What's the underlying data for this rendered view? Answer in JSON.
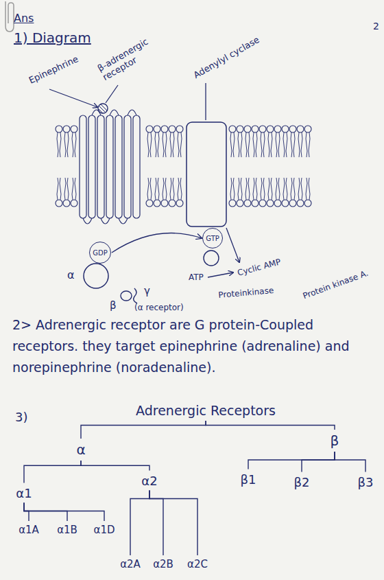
{
  "diagram": {
    "nodes": [
      {
        "text": [
          "GDP"
        ]
      },
      {
        "text": [
          "GTP"
        ]
      },
      {
        "text": [
          "Adrenergic Receptors"
        ]
      },
      {
        "text": [
          "α"
        ]
      },
      {
        "text": [
          "β"
        ]
      },
      {
        "text": [
          "α1"
        ]
      },
      {
        "text": [
          "α2"
        ]
      },
      {
        "text": [
          "β1"
        ]
      },
      {
        "text": [
          "β2"
        ]
      },
      {
        "text": [
          "β3"
        ]
      },
      {
        "text": [
          "α1A"
        ]
      },
      {
        "text": [
          "α1B"
        ]
      },
      {
        "text": [
          "α1D"
        ]
      },
      {
        "text": [
          "α2A"
        ]
      },
      {
        "text": [
          "α2B"
        ]
      },
      {
        "text": [
          "α2C"
        ]
      }
    ],
    "edges": [
      {
        "from": 0,
        "to": 1,
        "arrow": "to"
      },
      {
        "from": 2,
        "to": 3,
        "arrow": "none"
      },
      {
        "from": 2,
        "to": 4,
        "arrow": "none"
      },
      {
        "from": 3,
        "to": 5,
        "arrow": "none"
      },
      {
        "from": 3,
        "to": 6,
        "arrow": "none"
      },
      {
        "from": 4,
        "to": 7,
        "arrow": "none"
      },
      {
        "from": 4,
        "to": 8,
        "arrow": "none"
      },
      {
        "from": 4,
        "to": 9,
        "arrow": "none"
      },
      {
        "from": 5,
        "to": 10,
        "arrow": "none"
      },
      {
        "from": 5,
        "to": 11,
        "arrow": "none"
      },
      {
        "from": 5,
        "to": 12,
        "arrow": "none"
      },
      {
        "from": 6,
        "to": 13,
        "arrow": "none"
      },
      {
        "from": 6,
        "to": 14,
        "arrow": "none"
      },
      {
        "from": 6,
        "to": 15,
        "arrow": "none"
      }
    ],
    "labels": [
      "2",
      "Ans",
      "1) Diagram",
      "Epinephrine",
      "β-adrenergic receptor",
      "Adenylyl cyclase",
      "α",
      "β",
      "γ",
      "ATP",
      "Cyclic AMP",
      "(α receptor)",
      "Proteinkinase",
      "Protein kinase A.",
      "2> Adrenergic receptor are G protein-Coupled receptors. they target epinephrine (adrenaline) and norepinephrine (noradenaline).",
      "3)"
    ]
  }
}
